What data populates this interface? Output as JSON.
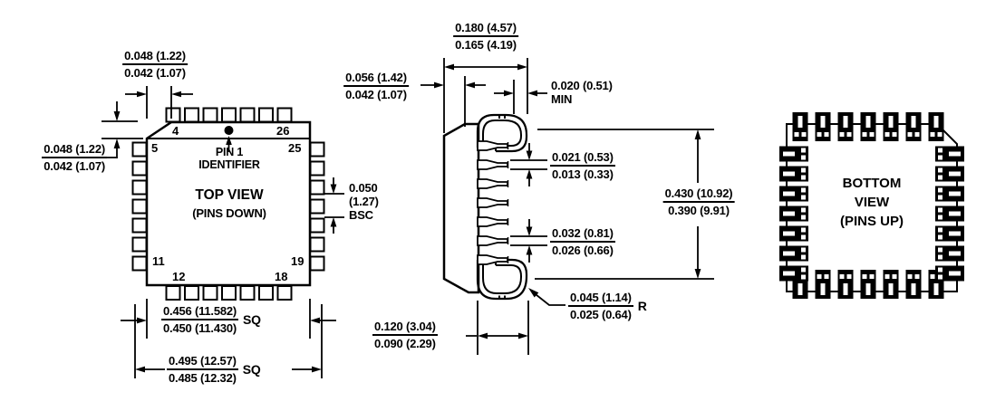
{
  "figure": {
    "description": "PLCC package outline drawing",
    "pins_per_side": 7,
    "colors": {
      "line": "#000000",
      "background": "#ffffff"
    },
    "top_view": {
      "title": "TOP VIEW",
      "subtitle": "(PINS DOWN)",
      "pin1_line1": "PIN 1",
      "pin1_line2": "IDENTIFIER",
      "pin_numbers": {
        "top_left": "4",
        "top_right": "26",
        "left_top": "5",
        "right_top": "25",
        "left_bottom": "11",
        "right_bottom": "19",
        "bottom_left": "12",
        "bottom_right": "18"
      },
      "dims": {
        "chamfer_top": {
          "num": "0.048 (1.22)",
          "den": "0.042 (1.07)"
        },
        "chamfer_left": {
          "num": "0.048 (1.22)",
          "den": "0.042 (1.07)"
        },
        "pitch": {
          "line1": "0.050",
          "line2": "(1.27)",
          "line3": "BSC"
        },
        "body": {
          "num": "0.456 (11.582)",
          "den": "0.450 (11.430)",
          "suffix": "SQ"
        },
        "overall": {
          "num": "0.495 (12.57)",
          "den": "0.485 (12.32)",
          "suffix": "SQ"
        }
      }
    },
    "side_view": {
      "dims": {
        "lead_width": {
          "num": "0.056 (1.42)",
          "den": "0.042 (1.07)"
        },
        "height": {
          "num": "0.180 (4.57)",
          "den": "0.165 (4.19)"
        },
        "tip_clearance": {
          "value": "0.020 (0.51)",
          "suffix": "MIN"
        },
        "lead_thin": {
          "num": "0.021 (0.53)",
          "den": "0.013 (0.33)"
        },
        "lead_thick": {
          "num": "0.032 (0.81)",
          "den": "0.026 (0.66)"
        },
        "inner_span": {
          "num": "0.430 (10.92)",
          "den": "0.390 (9.91)"
        },
        "radius": {
          "num": "0.045 (1.14)",
          "den": "0.025 (0.64)",
          "suffix": "R"
        },
        "foot": {
          "num": "0.120 (3.04)",
          "den": "0.090 (2.29)"
        }
      }
    },
    "bottom_view": {
      "title_line1": "BOTTOM",
      "title_line2": "VIEW",
      "title_line3": "(PINS UP)"
    }
  }
}
